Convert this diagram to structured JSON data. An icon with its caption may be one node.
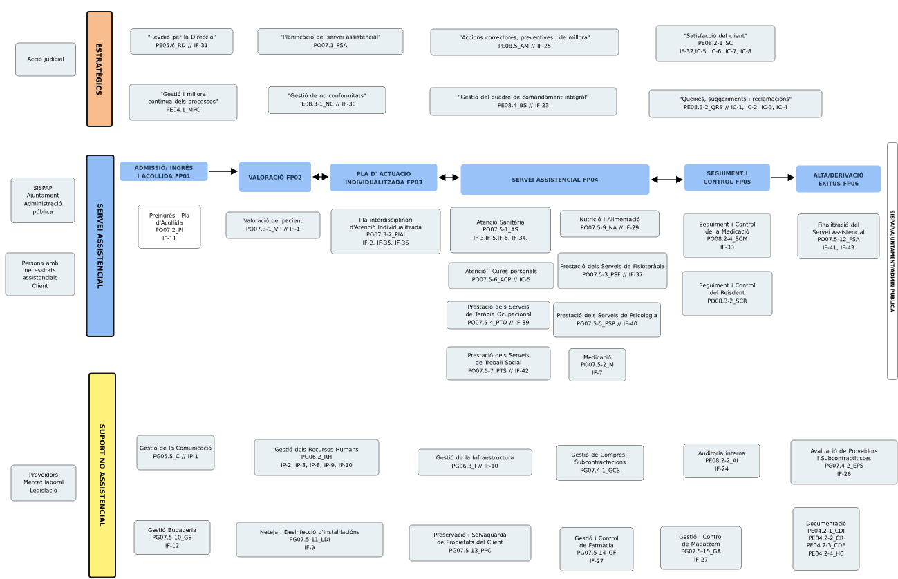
{
  "diagram": {
    "nodes": [
      {
        "text": [
          "Acció judicial"
        ]
      },
      {
        "text": [
          "ESTRATÈGICS"
        ]
      },
      {
        "text": [
          "\"Revisió per la Direcció\"",
          "PE05.6_RD  //  IF-31"
        ]
      },
      {
        "text": [
          "\"Planificació del servei assistencial\"",
          "PO07.1_PSA"
        ]
      },
      {
        "text": [
          "\"Accions correctores, preventives i de millora\"",
          "PE08.5_AM  //  IF-25"
        ]
      },
      {
        "text": [
          "\"Satisfacció del client\"",
          "PE08.2-1_SC",
          "IF-32,IC-5, IC-6, IC-7, IC-8"
        ]
      },
      {
        "text": [
          "\"Gestió i millora contínua dels processos\"",
          "PE04.1_MPC"
        ]
      },
      {
        "text": [
          "\"Gestió de no conformitats\"",
          "PE08.3-1_NC  //  IF-30"
        ]
      },
      {
        "text": [
          "\"Gestió del quadre de comandament integral\"",
          "PE08.4_BS  //  IF-23"
        ]
      },
      {
        "text": [
          "\"Queixes, suggeriments i reclamacions\"",
          "PE08.3-2_QRS  //  IC-1, IC-2, IC-3, IC-4"
        ]
      },
      {
        "text": [
          "SISPAP",
          "Ajuntament",
          "Administració pública"
        ]
      },
      {
        "text": [
          "Persona amb necessitats assistencials",
          "Client"
        ]
      },
      {
        "text": [
          "SERVEI ASSISTENCIAL"
        ]
      },
      {
        "text": [
          "ADMISSIÓ/ INGRÉS I ACOLLIDA FP01"
        ]
      },
      {
        "text": [
          "VALORACIÓ FP02"
        ]
      },
      {
        "text": [
          "PLA D' ACTUACIÓ INDIVIDUALITZADA FP03"
        ]
      },
      {
        "text": [
          "SERVEI ASSISTENCIAL FP04"
        ]
      },
      {
        "text": [
          "SEGUIMENT I CONTROL FP05"
        ]
      },
      {
        "text": [
          "ALTA/DERIVACIÓ EXITUS FP06"
        ]
      },
      {
        "text": [
          "Preingrés i Pla d'Acollida",
          "PO07.2_PI",
          "IF-11"
        ]
      },
      {
        "text": [
          "Valoració del pacient",
          "PO07.3-1_VP  //  IF-1"
        ]
      },
      {
        "text": [
          "Pla interdisciplinari d'Atenció Individualitzada",
          "PO07.3-2_PIAI",
          "IF-2, IF-35, IF-36"
        ]
      },
      {
        "text": [
          "Atenció Sanitària",
          "PO07.5-1_AS",
          "IF-3,IF-5,IF-6, IF-34,"
        ]
      },
      {
        "text": [
          "Nutrició i Alimentació",
          "PO07.5-9_NA // IF-29"
        ]
      },
      {
        "text": [
          "Atenció i Cures personals",
          "PO07.5-6_ACP  // IC-5"
        ]
      },
      {
        "text": [
          "Prestació dels Serveis de Fisioteràpia",
          "PO07.5-3_PSF  //  IF-37"
        ]
      },
      {
        "text": [
          "Prestació dels Serveis de Teràpia Ocupacional",
          "PO07.5-4_PTO //  IF-39"
        ]
      },
      {
        "text": [
          "Prestació dels Serveis de Psicologia",
          "PO07.5-5_PSP   //  IF-40"
        ]
      },
      {
        "text": [
          "Prestació dels Serveis de Treball Social",
          "PO07.5-7_PTS  //  IF-42"
        ]
      },
      {
        "text": [
          "Medicació",
          "PO07.5-2_M",
          "IF-7"
        ]
      },
      {
        "text": [
          "Seguiment i Control de la Medicació",
          "PO08.2-4_SCM",
          "IF-33"
        ]
      },
      {
        "text": [
          "Seguiment i Control del Reisdent",
          "PO08.3-2_SCR"
        ]
      },
      {
        "text": [
          "Finalització del Servei Assistencial",
          "PO07.5-12_FSA",
          "IF-41, IF-43"
        ]
      },
      {
        "text": [
          "SISPAP/AJUNTAMENT/ADMIN PÚBLICA"
        ]
      },
      {
        "text": [
          "Proveidors",
          "Mercat laboral",
          "Legislació"
        ]
      },
      {
        "text": [
          "SUPORT NO ASSISTENCIAL"
        ]
      },
      {
        "text": [
          "Gestió de la Comunicació",
          "PG05.5_C // IP-1"
        ]
      },
      {
        "text": [
          "Gestió dels Recursos Humans",
          "PG06.2_RH",
          "IP-2, IP-3, IP-8, IP-9, IP-10"
        ]
      },
      {
        "text": [
          "Gestió de la Infraestructura",
          "PG06.3_I // IF-10"
        ]
      },
      {
        "text": [
          "Gestió de Compres i Subcontractacions",
          "PG07.4-1_GCS"
        ]
      },
      {
        "text": [
          "Auditoria interna",
          "PE08.2-2_AI",
          "IF-24"
        ]
      },
      {
        "text": [
          "Avaluació de Proveidors i Subcontractitistes",
          "PG07.4-2_EPS",
          "IF-26"
        ]
      },
      {
        "text": [
          "Gestió Bugaderia",
          "PG07.5-10_GB",
          "IF-12"
        ]
      },
      {
        "text": [
          "Neteja i Desinfecció d'Instal·lacións",
          "PG07.5-11_LDI",
          "IF-9"
        ]
      },
      {
        "text": [
          "Preservació i Salvaguarda de Propietats del Client",
          "PG07.5-13_PPC"
        ]
      },
      {
        "text": [
          "Gestió i Control de Farmàcia",
          "PG07.5-14_GF",
          "IF-27"
        ]
      },
      {
        "text": [
          "Gestió i Control de Magatzem",
          "PG07.5-15_GA",
          "IF-27"
        ]
      },
      {
        "text": [
          "Documentació",
          "PE04.2-1_CDI",
          "PE04.2-2_CR",
          "PE04.2-3_CDE",
          "PE04.2-4_HC"
        ]
      }
    ],
    "edges": [
      {
        "from": 13,
        "to": 14,
        "arrow": "to"
      },
      {
        "from": 14,
        "to": 15,
        "arrow": "both"
      },
      {
        "from": 15,
        "to": 16,
        "arrow": "both"
      },
      {
        "from": 16,
        "to": 17,
        "arrow": "both"
      },
      {
        "from": 17,
        "to": 18,
        "arrow": "to"
      }
    ]
  }
}
